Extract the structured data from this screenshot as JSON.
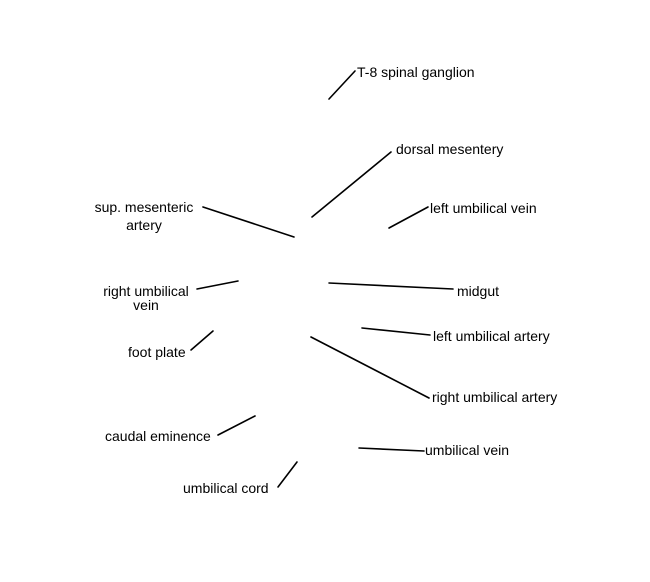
{
  "labels": {
    "t8_spinal_ganglion": "T-8 spinal ganglion",
    "dorsal_mesentery": "dorsal mesentery",
    "sup_mesenteric_artery_line1": "sup. mesenteric",
    "sup_mesenteric_artery_line2": "artery",
    "left_umbilical_vein": "left umbilical vein",
    "right_umbilical_vein_line1": "right umbilical",
    "right_umbilical_vein_line2": "vein",
    "midgut": "midgut",
    "left_umbilical_artery": "left umbilical artery",
    "foot_plate": "foot plate",
    "right_umbilical_artery": "right umbilical artery",
    "caudal_eminence": "caudal eminence",
    "umbilical_vein": "umbilical vein",
    "umbilical_cord": "umbilical cord"
  },
  "colors": {
    "background": "#ffffff",
    "text": "#000000",
    "leader_lines": "#000000"
  }
}
